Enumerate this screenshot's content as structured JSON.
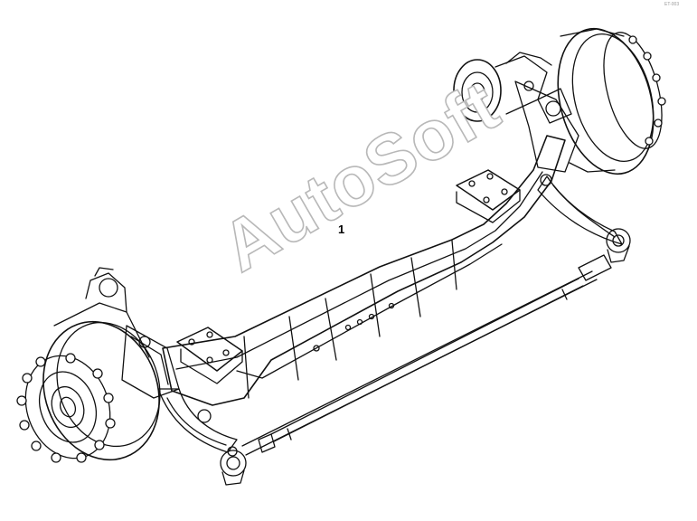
{
  "diagram": {
    "part_callout": "1",
    "watermark": "AutoSoft",
    "corner_mark": "ET-003"
  }
}
